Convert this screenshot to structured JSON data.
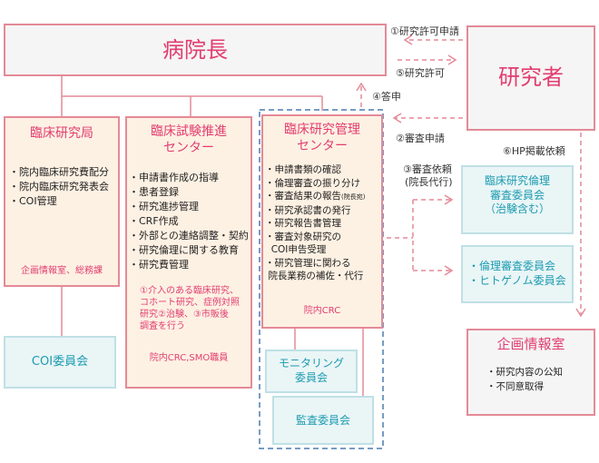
{
  "director": {
    "title": "病院長"
  },
  "researcher": {
    "title": "研究者"
  },
  "clinical_research_bureau": {
    "title": "臨床研究局",
    "items": [
      "院内臨床研究費配分",
      "院内臨床研究発表会",
      "COI管理"
    ],
    "footer": "企画情報室、総務課"
  },
  "trial_center": {
    "title": "臨床試験推進\nセンター",
    "items": [
      "申請書作成の指導",
      "患者登録",
      "研究進捗管理",
      "CRF作成",
      "外部との連絡調整・契約",
      "研究倫理に関する教育",
      "研究費管理"
    ],
    "note_lines": [
      "①介入のある臨床研究、",
      "コホート研究、症例対照",
      "研究②治験、③市販後",
      "調査を行う"
    ],
    "footer": "院内CRC,SMO職員"
  },
  "management_center": {
    "title": "臨床研究管理\nセンター",
    "items": [
      "申請書類の確認",
      "倫理審査の振り分け",
      "審査結果の報告",
      "研究承認書の発行",
      "研究報告書管理",
      "審査対象研究の",
      "COI申告受理",
      "研究管理に関わる",
      "院長業務の補佐・代行"
    ],
    "item_suffix": "(院長宛)",
    "footer": "院内CRC"
  },
  "coi_committee": {
    "title": "COI委員会"
  },
  "monitoring_committee": {
    "title": "モニタリング\n委員会"
  },
  "audit_committee": {
    "title": "監査委員会"
  },
  "ethics_committee": {
    "title": "臨床研究倫理\n審査委員会\n（治験含む）"
  },
  "review_committee": {
    "title": "・倫理審査委員会\n・ヒトゲノム委員会"
  },
  "planning_office": {
    "title": "企画情報室",
    "items": [
      "・研究内容の公知",
      "・不同意取得"
    ]
  },
  "flow_labels": {
    "request_permission": "①研究許可申請",
    "permit": "⑤研究許可",
    "report": "④答申",
    "review_request": "②審査申請",
    "review_commission": "③審査依頼",
    "review_commission_sub": "(院長代行)",
    "hp_request": "⑥HP掲載依頼"
  },
  "colors": {
    "accent": "#e23d70",
    "teal": "#1a9bb0",
    "line": "#e48a97",
    "dash_frame": "#4a7bb0"
  }
}
